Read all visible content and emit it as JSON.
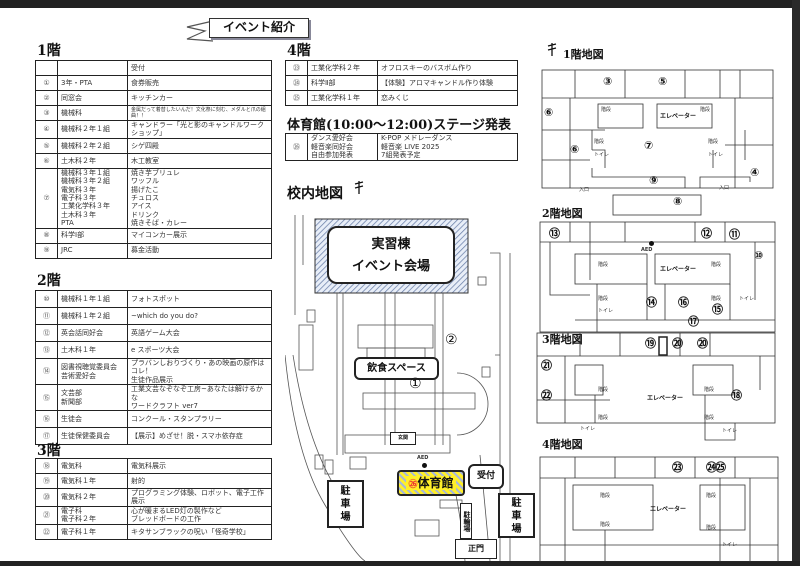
{
  "title": "イベント紹介",
  "floor1": {
    "heading": "1階",
    "rows": [
      [
        "",
        "",
        "受付"
      ],
      [
        "①",
        "3年・PTA",
        "食券販売"
      ],
      [
        "②",
        "同窓会",
        "キッチンカー"
      ],
      [
        "③",
        "機械科",
        "金属だって着替したいんだ！文化祭に刻む、メダルと爪の組曲！！"
      ],
      [
        "④",
        "機械科２年１組",
        "キャンドラー「光と影のキャンドルワークショップ」"
      ],
      [
        "⑤",
        "機械科２年２組",
        "シゲ四殿"
      ],
      [
        "⑥",
        "土木科２年",
        "木工教室"
      ],
      [
        "⑦",
        "機械科３年１組\n機械科３年２組\n電気科３年\n電子科３年\n工業化学科３年\n土木科３年\nPTA",
        "焼き芋ブリュレ\nワッフル\n揚げたこ\nチュロス\nアイス\nドリンク\n焼きそば・カレー"
      ],
      [
        "⑧",
        "科学Ⅰ部",
        "マイコンカー展示"
      ],
      [
        "⑨",
        "JRC",
        "募金活動"
      ]
    ]
  },
  "floor2": {
    "heading": "2階",
    "rows": [
      [
        "⑩",
        "機械科１年１組",
        "フォトスポット"
      ],
      [
        "⑪",
        "機械科１年２組",
        "~which do you do?"
      ],
      [
        "⑫",
        "英会話同好会",
        "英語ゲーム大会"
      ],
      [
        "⑬",
        "土木科１年",
        "e スポーツ大会"
      ],
      [
        "⑭",
        "図書視聴覚委員会\n芸術愛好会",
        "プラバンしおりづくり・あの映画の原作はコレ！\n生徒作品展示"
      ],
      [
        "⑮",
        "文芸部\n新聞部",
        "工業文芸なぞなぞ工房~あなたは解けるかな\nワードクラフト ver7"
      ],
      [
        "⑯",
        "生徒会",
        "コンクール・スタンプラリー"
      ],
      [
        "⑰",
        "生徒保健委員会",
        "【展示】めざせ！脱・スマホ依存症"
      ]
    ]
  },
  "floor3": {
    "heading": "3階",
    "rows": [
      [
        "⑱",
        "電気科",
        "電気科展示"
      ],
      [
        "⑲",
        "電気科１年",
        "射的"
      ],
      [
        "⑳",
        "電気科２年",
        "プログラミング体験、ロボット、電子工作展示"
      ],
      [
        "㉑",
        "電子科\n電子科２年",
        "心が暖まるLED灯の製作など\nブレッドボードの工作"
      ],
      [
        "㉒",
        "電子科１年",
        "キタサンブラックの呪い「怪奇学校」"
      ]
    ]
  },
  "floor4": {
    "heading": "4階",
    "rows": [
      [
        "㉓",
        "工業化学科２年",
        "オフロスキーのバスボム作り"
      ],
      [
        "㉔",
        "科学Ⅱ部",
        "【体験】アロマキャンドル作り体験"
      ],
      [
        "㉕",
        "工業化学科１年",
        "恋みくじ"
      ]
    ]
  },
  "gym": {
    "heading": "体育館(10:00～12:00)ステージ発表",
    "rows": [
      [
        "㉖",
        "ダンス愛好会\n軽音楽同好会\n自由参加発表",
        "K-POP メドレーダンス\n軽音楽 LIVE 2025\n7組発表予定"
      ]
    ]
  },
  "campus_map": {
    "heading": "校内地図",
    "jisshu": "実習棟\nイベント会場",
    "food": "飲食スペース",
    "p1": "①",
    "p2": "②",
    "kyoshokuin": "玄関",
    "aed": "AED",
    "gym_num": "㉖",
    "gym": "体育館",
    "reception": "受付",
    "parking1": "駐\n車\n場",
    "parking2": "駐\n車\n場",
    "bike": "駐輪場",
    "gate": "正門"
  },
  "floor_maps": {
    "f1": {
      "heading": "1階地図",
      "labels": [
        "③",
        "⑤",
        "⑥",
        "⑥",
        "⑦",
        "⑨",
        "④",
        "⑧"
      ],
      "stairs": "階段",
      "toilet": "トイレ",
      "elevator": "エレベーター",
      "entrance": "入口"
    },
    "f2": {
      "heading": "2階地図",
      "labels": [
        "⑬",
        "⑫",
        "⑪",
        "⑩",
        "⑭",
        "⑯",
        "⑮",
        "⑰"
      ],
      "aed": "AED"
    },
    "f3": {
      "heading": "3階地図",
      "labels": [
        "⑲",
        "⑳",
        "⑳",
        "㉑",
        "㉒",
        "⑱"
      ]
    },
    "f4": {
      "heading": "4階地図",
      "labels": [
        "㉓",
        "㉔㉕"
      ]
    },
    "north": "N"
  }
}
